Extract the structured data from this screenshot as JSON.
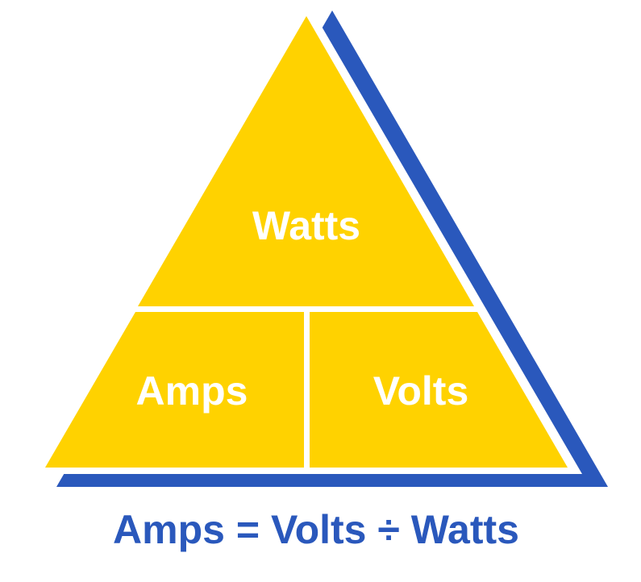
{
  "diagram": {
    "labels": {
      "top": "Watts",
      "bottom_left": "Amps",
      "bottom_right": "Volts"
    },
    "formula": "Amps = Volts ÷ Watts",
    "colors": {
      "triangle_yellow": "#FFD200",
      "shadow_blue": "#2A58BC",
      "border_white": "#FFFFFF",
      "label_text": "#FFFFFF",
      "formula_text": "#2A58BC"
    }
  }
}
